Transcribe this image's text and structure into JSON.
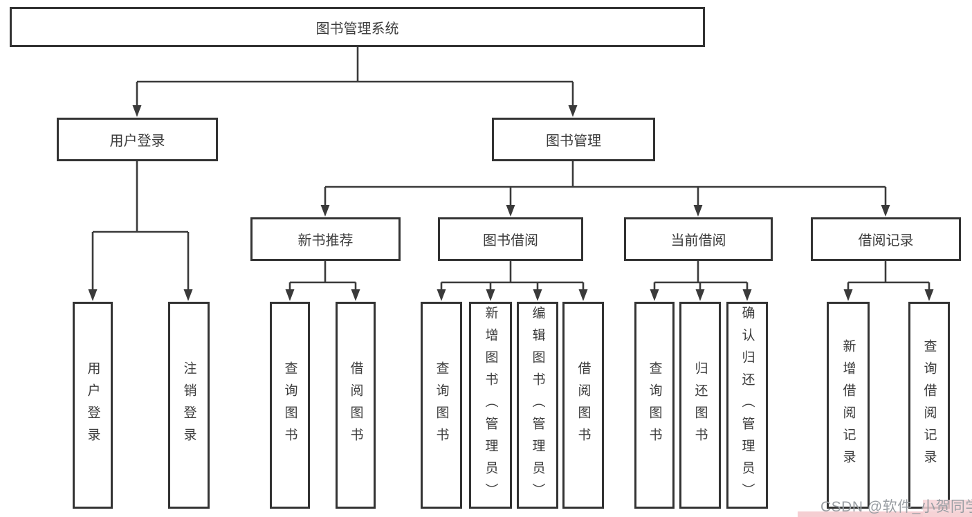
{
  "diagram": {
    "type": "tree-structure-chart",
    "colors": {
      "box_border": "#333333",
      "connector": "#3a3a3a",
      "text": "#3d3d3d",
      "watermark_text": "#999ea3",
      "watermark_bg": "#f5ced2",
      "background": "#ffffff"
    },
    "tree": {
      "label": "图书管理系统",
      "children": [
        {
          "label": "用户登录",
          "children": [
            {
              "label": "用户登录"
            },
            {
              "label": "注销登录"
            }
          ]
        },
        {
          "label": "图书管理",
          "children": [
            {
              "label": "新书推荐",
              "children": [
                {
                  "label": "查询图书"
                },
                {
                  "label": "借阅图书"
                }
              ]
            },
            {
              "label": "图书借阅",
              "children": [
                {
                  "label": "查询图书"
                },
                {
                  "label": "新增图书（管理员）"
                },
                {
                  "label": "编辑图书（管理员）"
                },
                {
                  "label": "借阅图书"
                }
              ]
            },
            {
              "label": "当前借阅",
              "children": [
                {
                  "label": "查询图书"
                },
                {
                  "label": "归还图书"
                },
                {
                  "label": "确认归还（管理员）"
                }
              ]
            },
            {
              "label": "借阅记录",
              "children": [
                {
                  "label": "新增借阅记录"
                },
                {
                  "label": "查询借阅记录"
                }
              ]
            }
          ]
        }
      ]
    },
    "watermark": "CSDN @软件_小贺同学"
  }
}
